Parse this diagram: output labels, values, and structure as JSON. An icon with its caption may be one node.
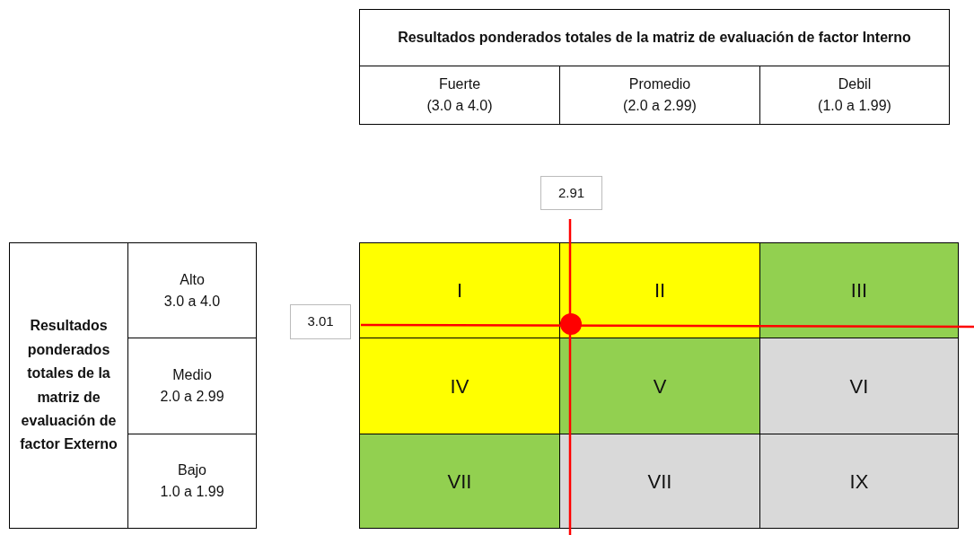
{
  "diagram": {
    "nodes": [
      {
        "text": [
          "Resultados ponderados totales de la matriz de evaluación de factor Interno"
        ]
      },
      {
        "text": [
          "Fuerte",
          "(3.0 a 4.0)"
        ]
      },
      {
        "text": [
          "Promedio",
          "(2.0 a 2.99)"
        ]
      },
      {
        "text": [
          "Debil",
          "(1.0 a 1.99)"
        ]
      },
      {
        "text": [
          "2.91"
        ]
      },
      {
        "text": [
          "Resultados ponderados totales de la matriz de evaluación de factor Externo"
        ]
      },
      {
        "text": [
          "Alto",
          "3.0 a 4.0"
        ]
      },
      {
        "text": [
          "Medio",
          "2.0 a 2.99"
        ]
      },
      {
        "text": [
          "Bajo",
          "1.0 a 1.99"
        ]
      },
      {
        "text": [
          "3.01"
        ]
      },
      {
        "text": [
          "I"
        ]
      },
      {
        "text": [
          "II"
        ]
      },
      {
        "text": [
          "III"
        ]
      },
      {
        "text": [
          "IV"
        ]
      },
      {
        "text": [
          "V"
        ]
      },
      {
        "text": [
          "VI"
        ]
      },
      {
        "text": [
          "VII"
        ]
      },
      {
        "text": [
          "VII"
        ]
      },
      {
        "text": [
          "IX"
        ]
      }
    ]
  }
}
